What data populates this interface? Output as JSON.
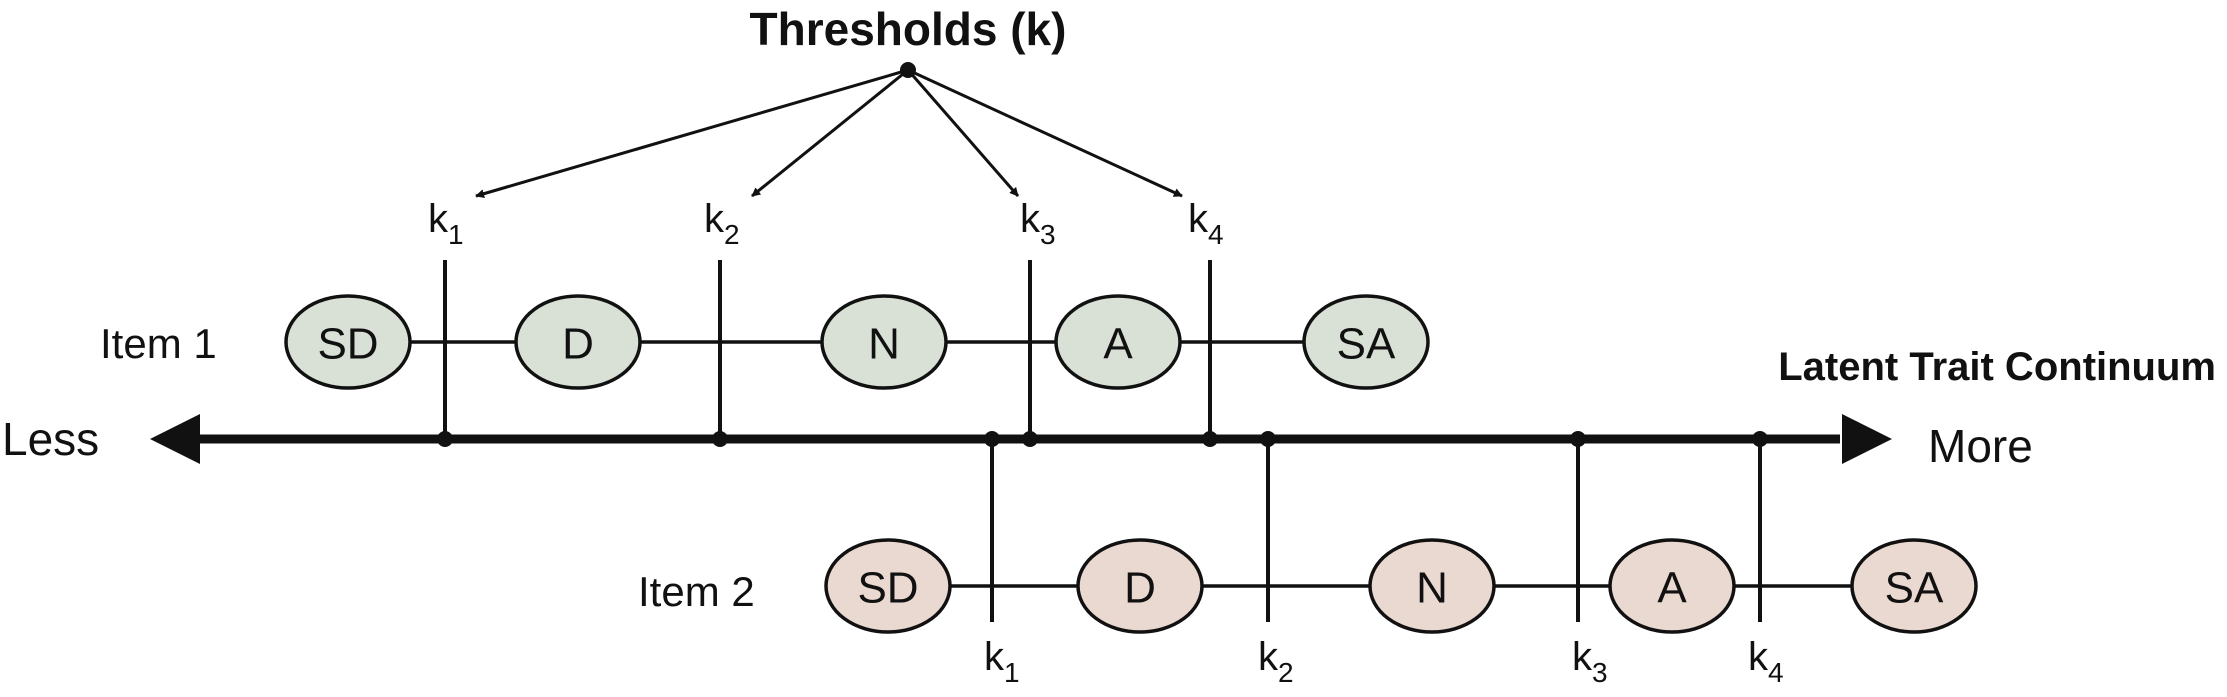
{
  "title": "Thresholds (k)",
  "axis": {
    "left_label": "Less",
    "right_label": "More",
    "name": "Latent Trait Continuum"
  },
  "items": [
    {
      "label": "Item 1",
      "categories": [
        "SD",
        "D",
        "N",
        "A",
        "SA"
      ],
      "thresholds": [
        {
          "base": "k",
          "sub": "1"
        },
        {
          "base": "k",
          "sub": "2"
        },
        {
          "base": "k",
          "sub": "3"
        },
        {
          "base": "k",
          "sub": "4"
        }
      ]
    },
    {
      "label": "Item 2",
      "categories": [
        "SD",
        "D",
        "N",
        "A",
        "SA"
      ],
      "thresholds": [
        {
          "base": "k",
          "sub": "1"
        },
        {
          "base": "k",
          "sub": "2"
        },
        {
          "base": "k",
          "sub": "3"
        },
        {
          "base": "k",
          "sub": "4"
        }
      ]
    }
  ],
  "colors": {
    "item1_fill": "#d9e0d6",
    "item2_fill": "#ead9d0",
    "stroke": "#111111"
  }
}
